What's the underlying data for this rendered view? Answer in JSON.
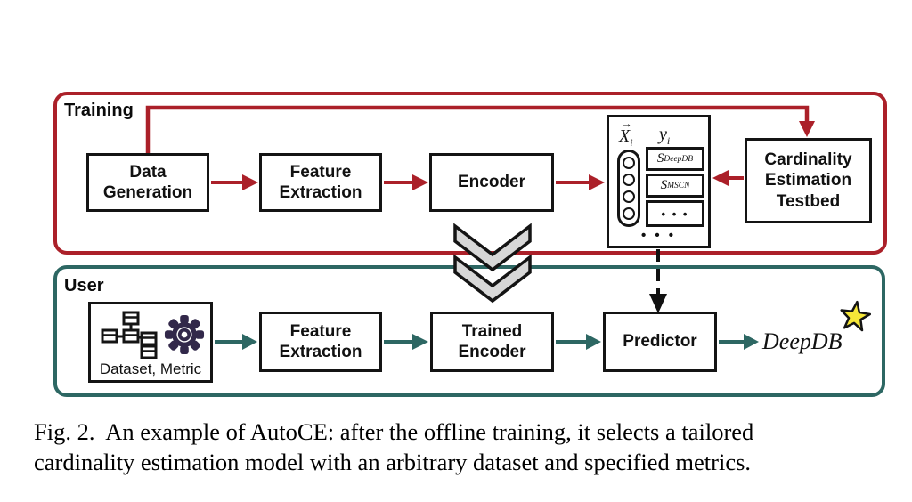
{
  "figure": {
    "training": {
      "label": "Training",
      "nodes": {
        "data_generation": "Data\nGeneration",
        "feature_extraction": "Feature\nExtraction",
        "encoder": "Encoder",
        "testbed": "Cardinality\nEstimation\nTestbed"
      },
      "sample": {
        "x_vec_arrow": "→",
        "x_main": "X",
        "x_sub": "i",
        "y_main": "y",
        "y_sub": "i",
        "rows": [
          {
            "main": "S",
            "sub": "DeepDB"
          },
          {
            "main": "S",
            "sub": "MSCN"
          }
        ],
        "row_dots": "• • •",
        "bottom_dots": "• • •",
        "vector_slots": 4
      }
    },
    "user": {
      "label": "User",
      "nodes": {
        "dataset_metric_label": "Dataset, Metric",
        "feature_extraction": "Feature\nExtraction",
        "trained_encoder": "Trained\nEncoder",
        "predictor": "Predictor"
      },
      "output_model": "DeepDB"
    },
    "icons": [
      "dataset-schema-icon",
      "metric-gear-icon",
      "star-icon",
      "double-chevron-icon"
    ],
    "colors": {
      "training_accent": "#ab2029",
      "user_accent": "#2d6763",
      "gear_icon": "#32284a",
      "star_fill": "#f6e738",
      "chevron_fill": "#d7d7d7"
    }
  },
  "caption": {
    "line1": "Fig. 2.  An example of AutoCE: after the offline training, it selects a tailored",
    "line2": "cardinality estimation model with an arbitrary dataset and specified metrics."
  }
}
